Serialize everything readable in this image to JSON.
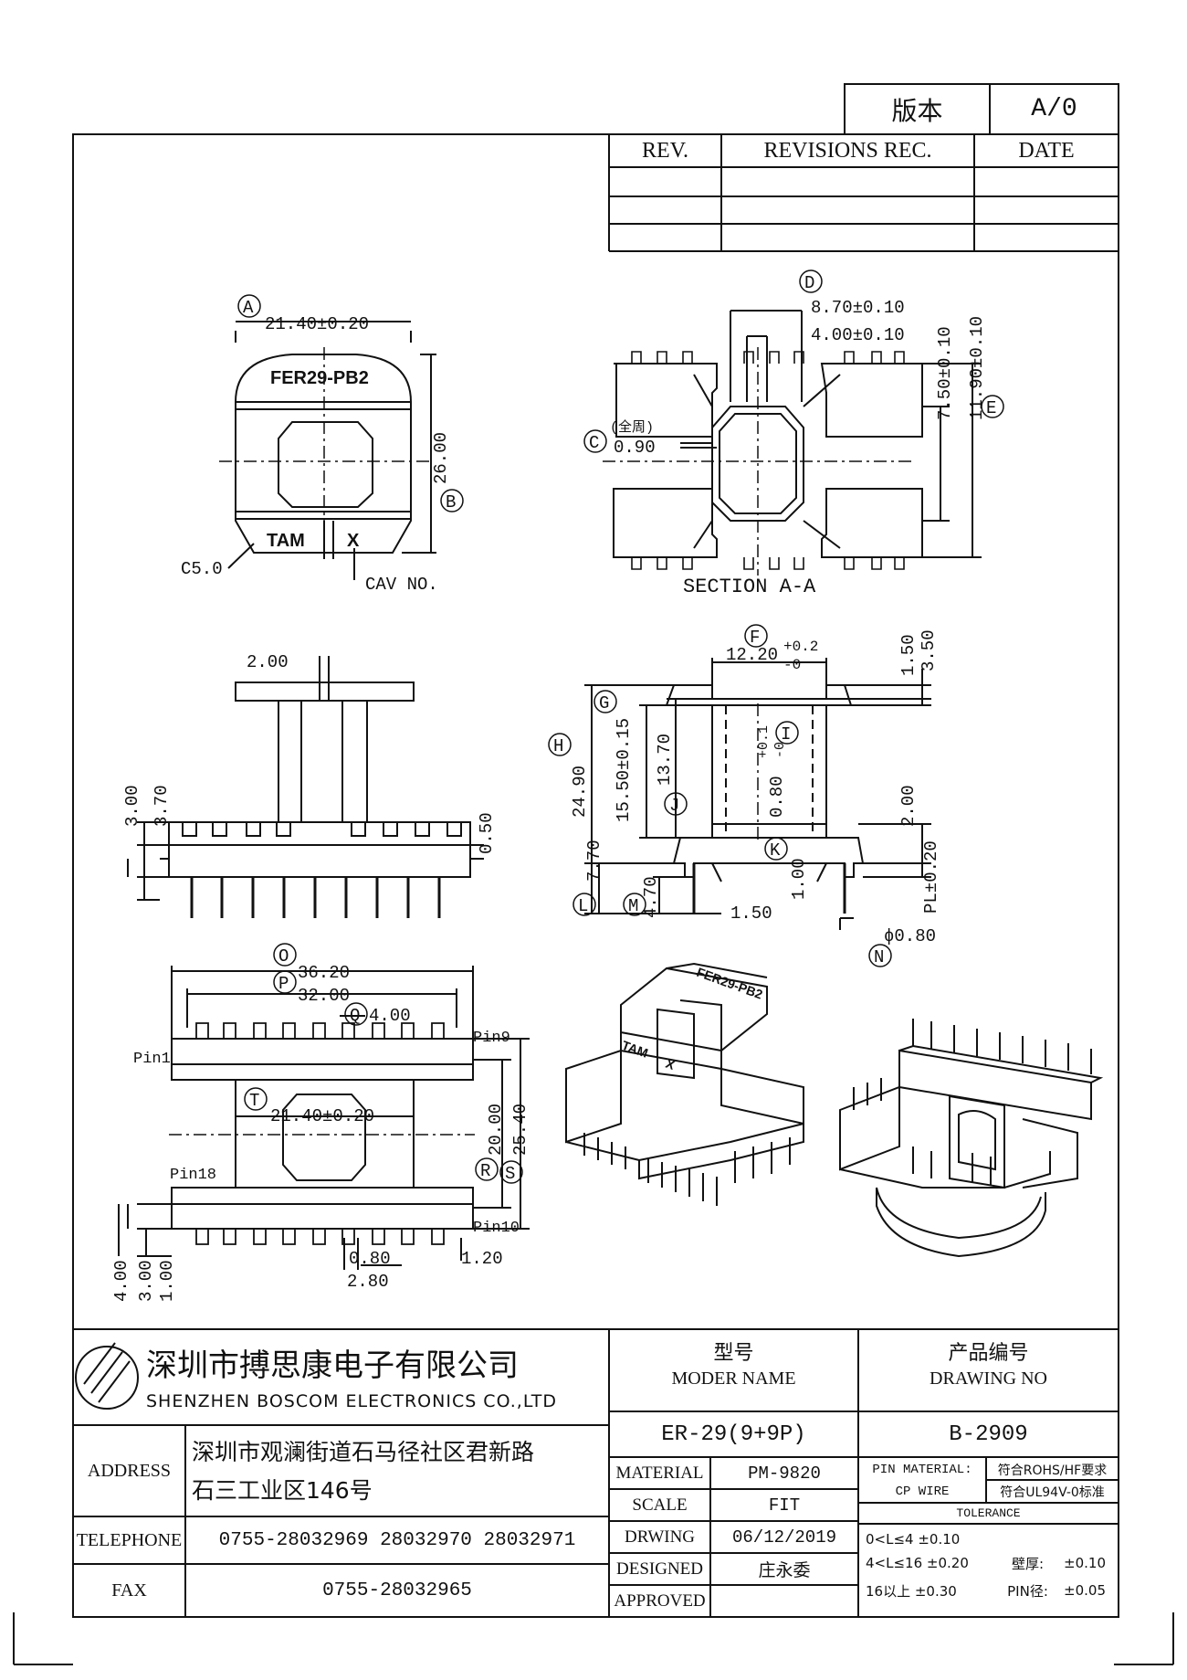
{
  "version_box": {
    "label": "版本",
    "value": "A/0"
  },
  "revision_table": {
    "headers": [
      "REV.",
      "REVISIONS REC.",
      "DATE"
    ]
  },
  "top_view": {
    "ref": "A",
    "width_dim": "21.40±0.20",
    "height_ref": "B",
    "height_dim": "26.00",
    "top_marking": "FER29-PB2",
    "bottom_marking_left": "TAM",
    "bottom_marking_right": "X",
    "chamfer": "C5.0",
    "cav_note": "CAV NO."
  },
  "section_view": {
    "title": "SECTION A-A",
    "ref_d": "D",
    "dim_d1": "8.70±0.10",
    "dim_d2": "4.00±0.10",
    "ref_c": "C",
    "c_note": "(全周)",
    "dim_c": "0.90",
    "ref_e": "E",
    "dim_e1": "7.50±0.10",
    "dim_e2": "11.90±0.10"
  },
  "front_view": {
    "dim_top": "2.00",
    "dim_left1": "3.00",
    "dim_left2": "3.70",
    "dim_right": "0.50"
  },
  "side_view": {
    "ref_f": "F",
    "dim_f": "12.20",
    "dim_f_tol_plus": "+0.2",
    "dim_f_tol_minus": "-0",
    "dim_r1": "1.50",
    "dim_r2": "3.50",
    "ref_g": "G",
    "ref_h": "H",
    "dim_h": "24.90",
    "dim_g": "15.50±0.15",
    "dim_i_len": "13.70",
    "ref_i": "I",
    "dim_i": "0.80",
    "dim_i_tol_plus": "+0.1",
    "dim_i_tol_minus": "-0",
    "ref_j": "J",
    "dim_j": "2.00",
    "dim_pl": "PL±0.20",
    "ref_k": "K",
    "dim_k": "1.00",
    "ref_l": "L",
    "dim_l": "7.70",
    "ref_m": "M",
    "dim_m": "4.70",
    "dim_bottom": "1.50",
    "ref_n": "N",
    "dim_n": "ϕ0.80"
  },
  "bottom_view": {
    "ref_o": "O",
    "dim_o": "36.20",
    "ref_p": "P",
    "dim_p": "32.00",
    "ref_q": "Q",
    "dim_q": "4.00",
    "ref_t": "T",
    "dim_t": "21.40±0.20",
    "ref_r": "R",
    "dim_r": "20.00",
    "ref_s": "S",
    "dim_s": "25.40",
    "pin1": "Pin1",
    "pin9": "Pin9",
    "pin18": "Pin18",
    "pin10": "Pin10",
    "dim_b1": "0.80",
    "dim_b2": "1.20",
    "dim_b3": "2.80",
    "dim_l1": "4.00",
    "dim_l2": "3.00",
    "dim_l3": "1.00"
  },
  "iso_marking": {
    "top": "FER29-PB2",
    "tam": "TAM",
    "x": "X"
  },
  "title_block": {
    "company_cn": "深圳市搏思康电子有限公司",
    "company_en": "SHENZHEN BOSCOM ELECTRONICS CO.,LTD",
    "model_label_cn": "型号",
    "model_label_en": "MODER NAME",
    "model_value": "ER-29(9+9P)",
    "drawing_label_cn": "产品编号",
    "drawing_label_en": "DRAWING NO",
    "drawing_value": "B-2909",
    "address_label": "ADDRESS",
    "address_line1": "深圳市观澜街道石马径社区君新路",
    "address_line2": "石三工业区146号",
    "telephone_label": "TELEPHONE",
    "telephone_value": "0755-28032969 28032970 28032971",
    "fax_label": "FAX",
    "fax_value": "0755-28032965",
    "material_label": "MATERIAL",
    "material_value": "PM-9820",
    "scale_label": "SCALE",
    "scale_value": "FIT",
    "drwing_label": "DRWING",
    "drwing_value": "06/12/2019",
    "designed_label": "DESIGNED",
    "designed_value": "庄永委",
    "approved_label": "APPROVED",
    "pin_material_label": "PIN MATERIAL:",
    "pin_material_value": "CP WIRE",
    "rohs_note": "符合ROHS/HF要求",
    "ul_note": "符合UL94V-0标准",
    "tolerance_title": "TOLERANCE",
    "tol_line1": "0<L≤4 ±0.10",
    "tol_line2": "4<L≤16 ±0.20",
    "wall_label": "壁厚:",
    "wall_value": "±0.10",
    "tol_line3": "16以上   ±0.30",
    "pin_dia_label": "PIN径:",
    "pin_dia_value": "±0.05"
  }
}
